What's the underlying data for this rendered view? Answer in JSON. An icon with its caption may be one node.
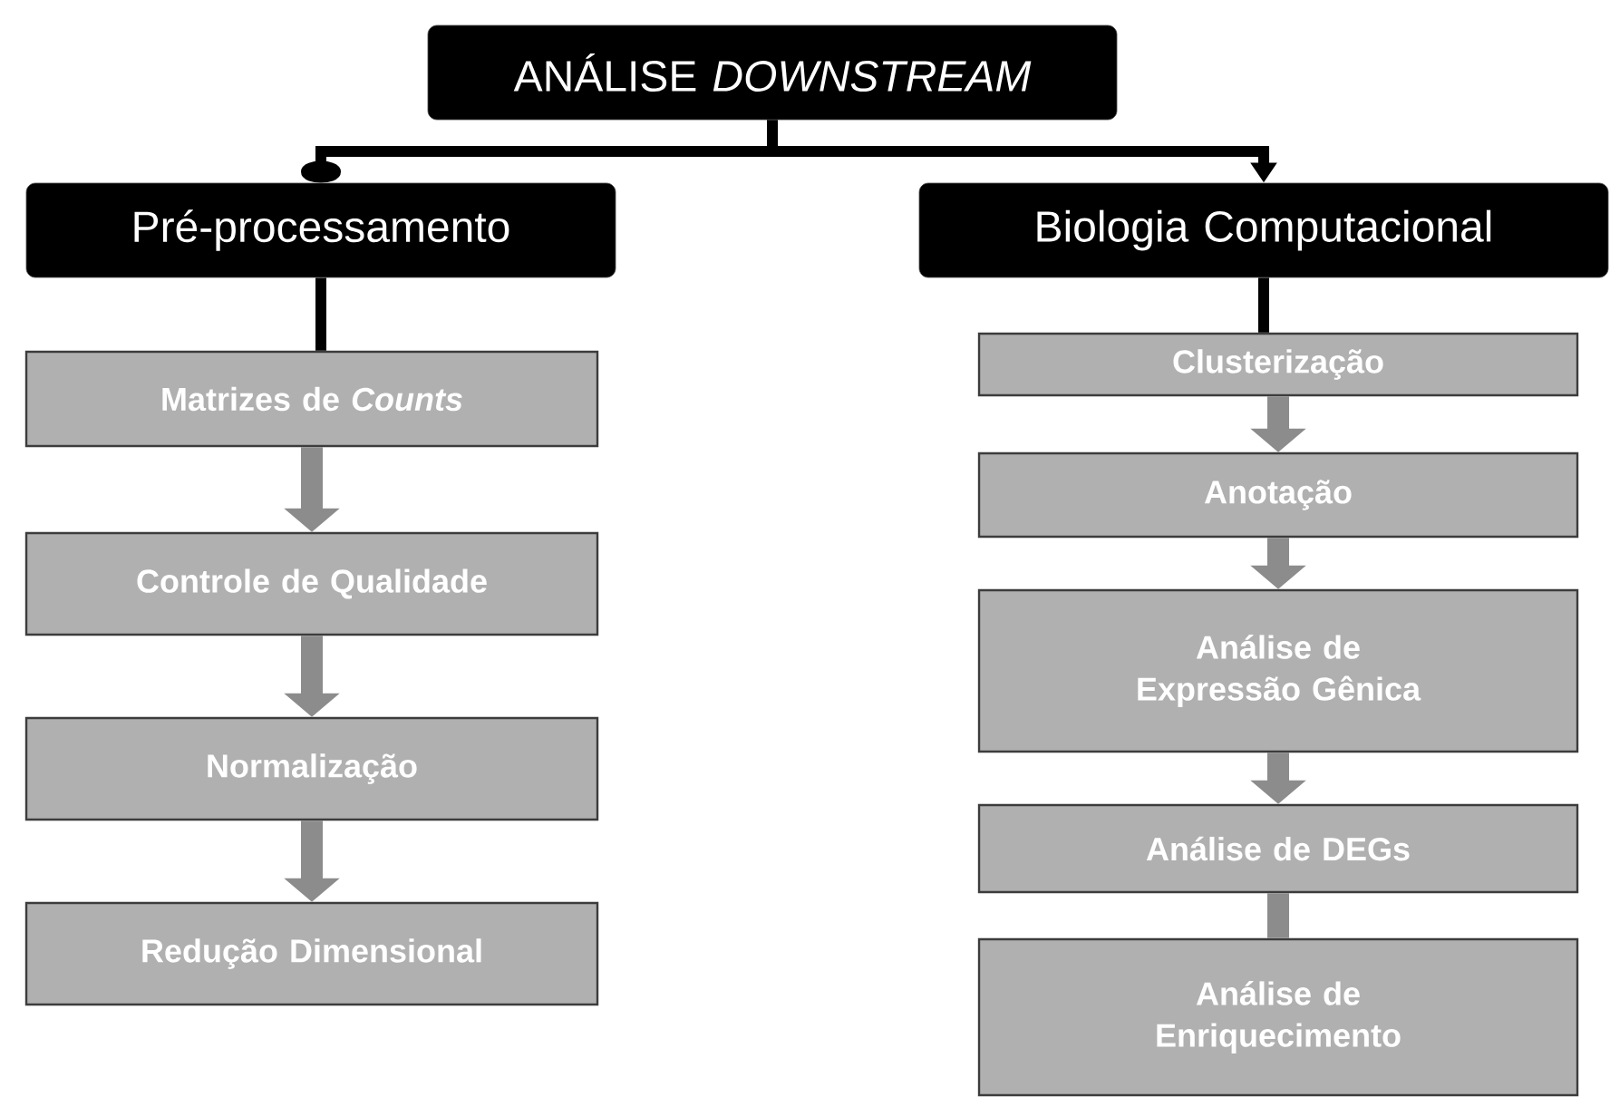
{
  "diagram": {
    "nodes": [
      {
        "text": [
          "ANÁLISE *DOWNSTREAM*"
        ]
      },
      {
        "text": [
          "Pré-processamento"
        ]
      },
      {
        "text": [
          "Biologia Computacional"
        ]
      },
      {
        "text": [
          "Matrizes de *Counts*"
        ]
      },
      {
        "text": [
          "Controle de Qualidade"
        ]
      },
      {
        "text": [
          "Normalização"
        ]
      },
      {
        "text": [
          "Redução Dimensional"
        ]
      },
      {
        "text": [
          "Clusterização"
        ]
      },
      {
        "text": [
          "Anotação"
        ]
      },
      {
        "text": [
          "Análise de Expressão Gênica"
        ]
      },
      {
        "text": [
          "Análise de DEGs"
        ]
      },
      {
        "text": [
          "Análise de Enriquecimento"
        ]
      }
    ],
    "edges": [
      {
        "from": 0,
        "to": 1,
        "arrow": "other",
        "color": "#000000"
      },
      {
        "from": 0,
        "to": 2,
        "arrow": "to",
        "color": "#000000"
      },
      {
        "from": 1,
        "to": 3,
        "arrow": "none",
        "color": "#000000"
      },
      {
        "from": 2,
        "to": 7,
        "arrow": "none",
        "color": "#000000"
      },
      {
        "from": 3,
        "to": 4,
        "arrow": "to"
      },
      {
        "from": 4,
        "to": 5,
        "arrow": "to"
      },
      {
        "from": 5,
        "to": 6,
        "arrow": "to"
      },
      {
        "from": 7,
        "to": 8,
        "arrow": "to"
      },
      {
        "from": 8,
        "to": 9,
        "arrow": "to"
      },
      {
        "from": 9,
        "to": 10,
        "arrow": "to"
      },
      {
        "from": 10,
        "to": 11,
        "arrow": "none"
      }
    ]
  }
}
